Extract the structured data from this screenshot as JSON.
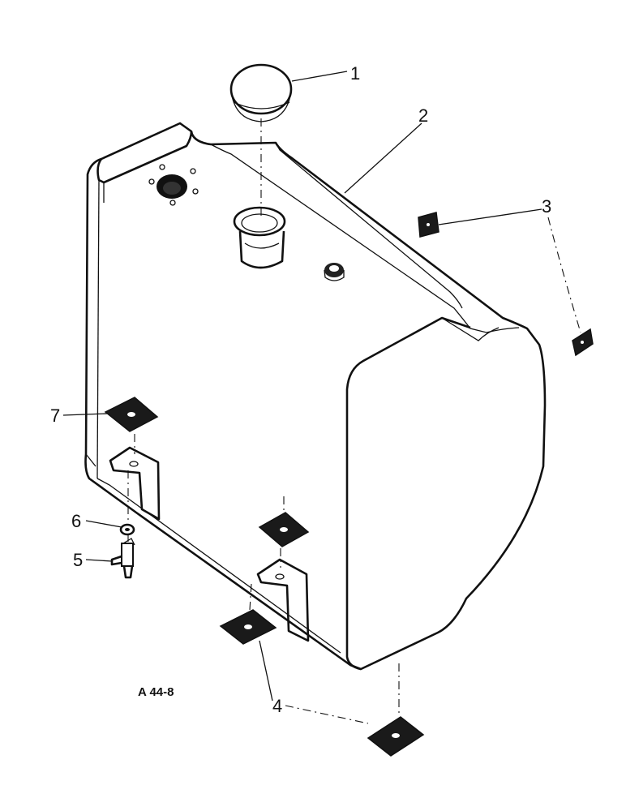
{
  "figure_ref": "A 44-8",
  "callouts": {
    "c1": "1",
    "c2": "2",
    "c3": "3",
    "c4": "4",
    "c5": "5",
    "c6": "6",
    "c7": "7"
  },
  "parts": [
    {
      "ref": "1",
      "icon": "filler-cap"
    },
    {
      "ref": "2",
      "icon": "fuel-tank"
    },
    {
      "ref": "3",
      "icon": "pad"
    },
    {
      "ref": "4",
      "icon": "pad"
    },
    {
      "ref": "5",
      "icon": "drain-cock"
    },
    {
      "ref": "6",
      "icon": "washer"
    },
    {
      "ref": "7",
      "icon": "pad"
    }
  ]
}
